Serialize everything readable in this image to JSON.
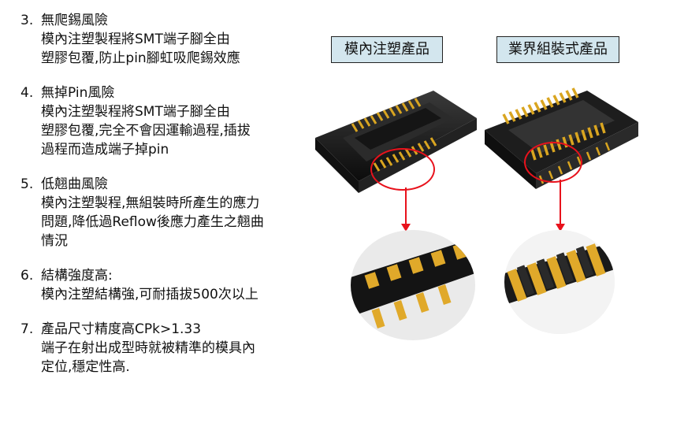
{
  "items": [
    {
      "num": "3.",
      "title": "無爬錫風險",
      "lines": [
        "模內注塑製程將SMT端子腳全由",
        "塑膠包覆,防止pin腳虹吸爬錫效應"
      ]
    },
    {
      "num": "4.",
      "title": "無掉Pin風險",
      "lines": [
        "模內注塑製程將SMT端子腳全由",
        "塑膠包覆,完全不會因運輸過程,插拔",
        "過程而造成端子掉pin"
      ]
    },
    {
      "num": "5.",
      "title": "低翹曲風險",
      "lines": [
        "模內注塑製程,無組裝時所產生的應力",
        "問題,降低過Reflow後應力產生之翹曲",
        "情況"
      ]
    },
    {
      "num": "6.",
      "title": "結構強度高:",
      "lines": [
        "模內注塑結構強,可耐插拔500次以上"
      ]
    },
    {
      "num": "7.",
      "title": "產品尺寸精度高CPk>1.33",
      "lines": [
        "端子在射出成型時就被精準的模具內",
        "定位,穩定性高."
      ]
    }
  ],
  "labels": {
    "left": "模內注塑產品",
    "right": "業界組裝式產品"
  },
  "colors": {
    "label_bg": "#d3e6ee",
    "highlight_red": "#e8121c",
    "pin_gold": "#d9a520",
    "body_black": "#1a1a1a"
  }
}
